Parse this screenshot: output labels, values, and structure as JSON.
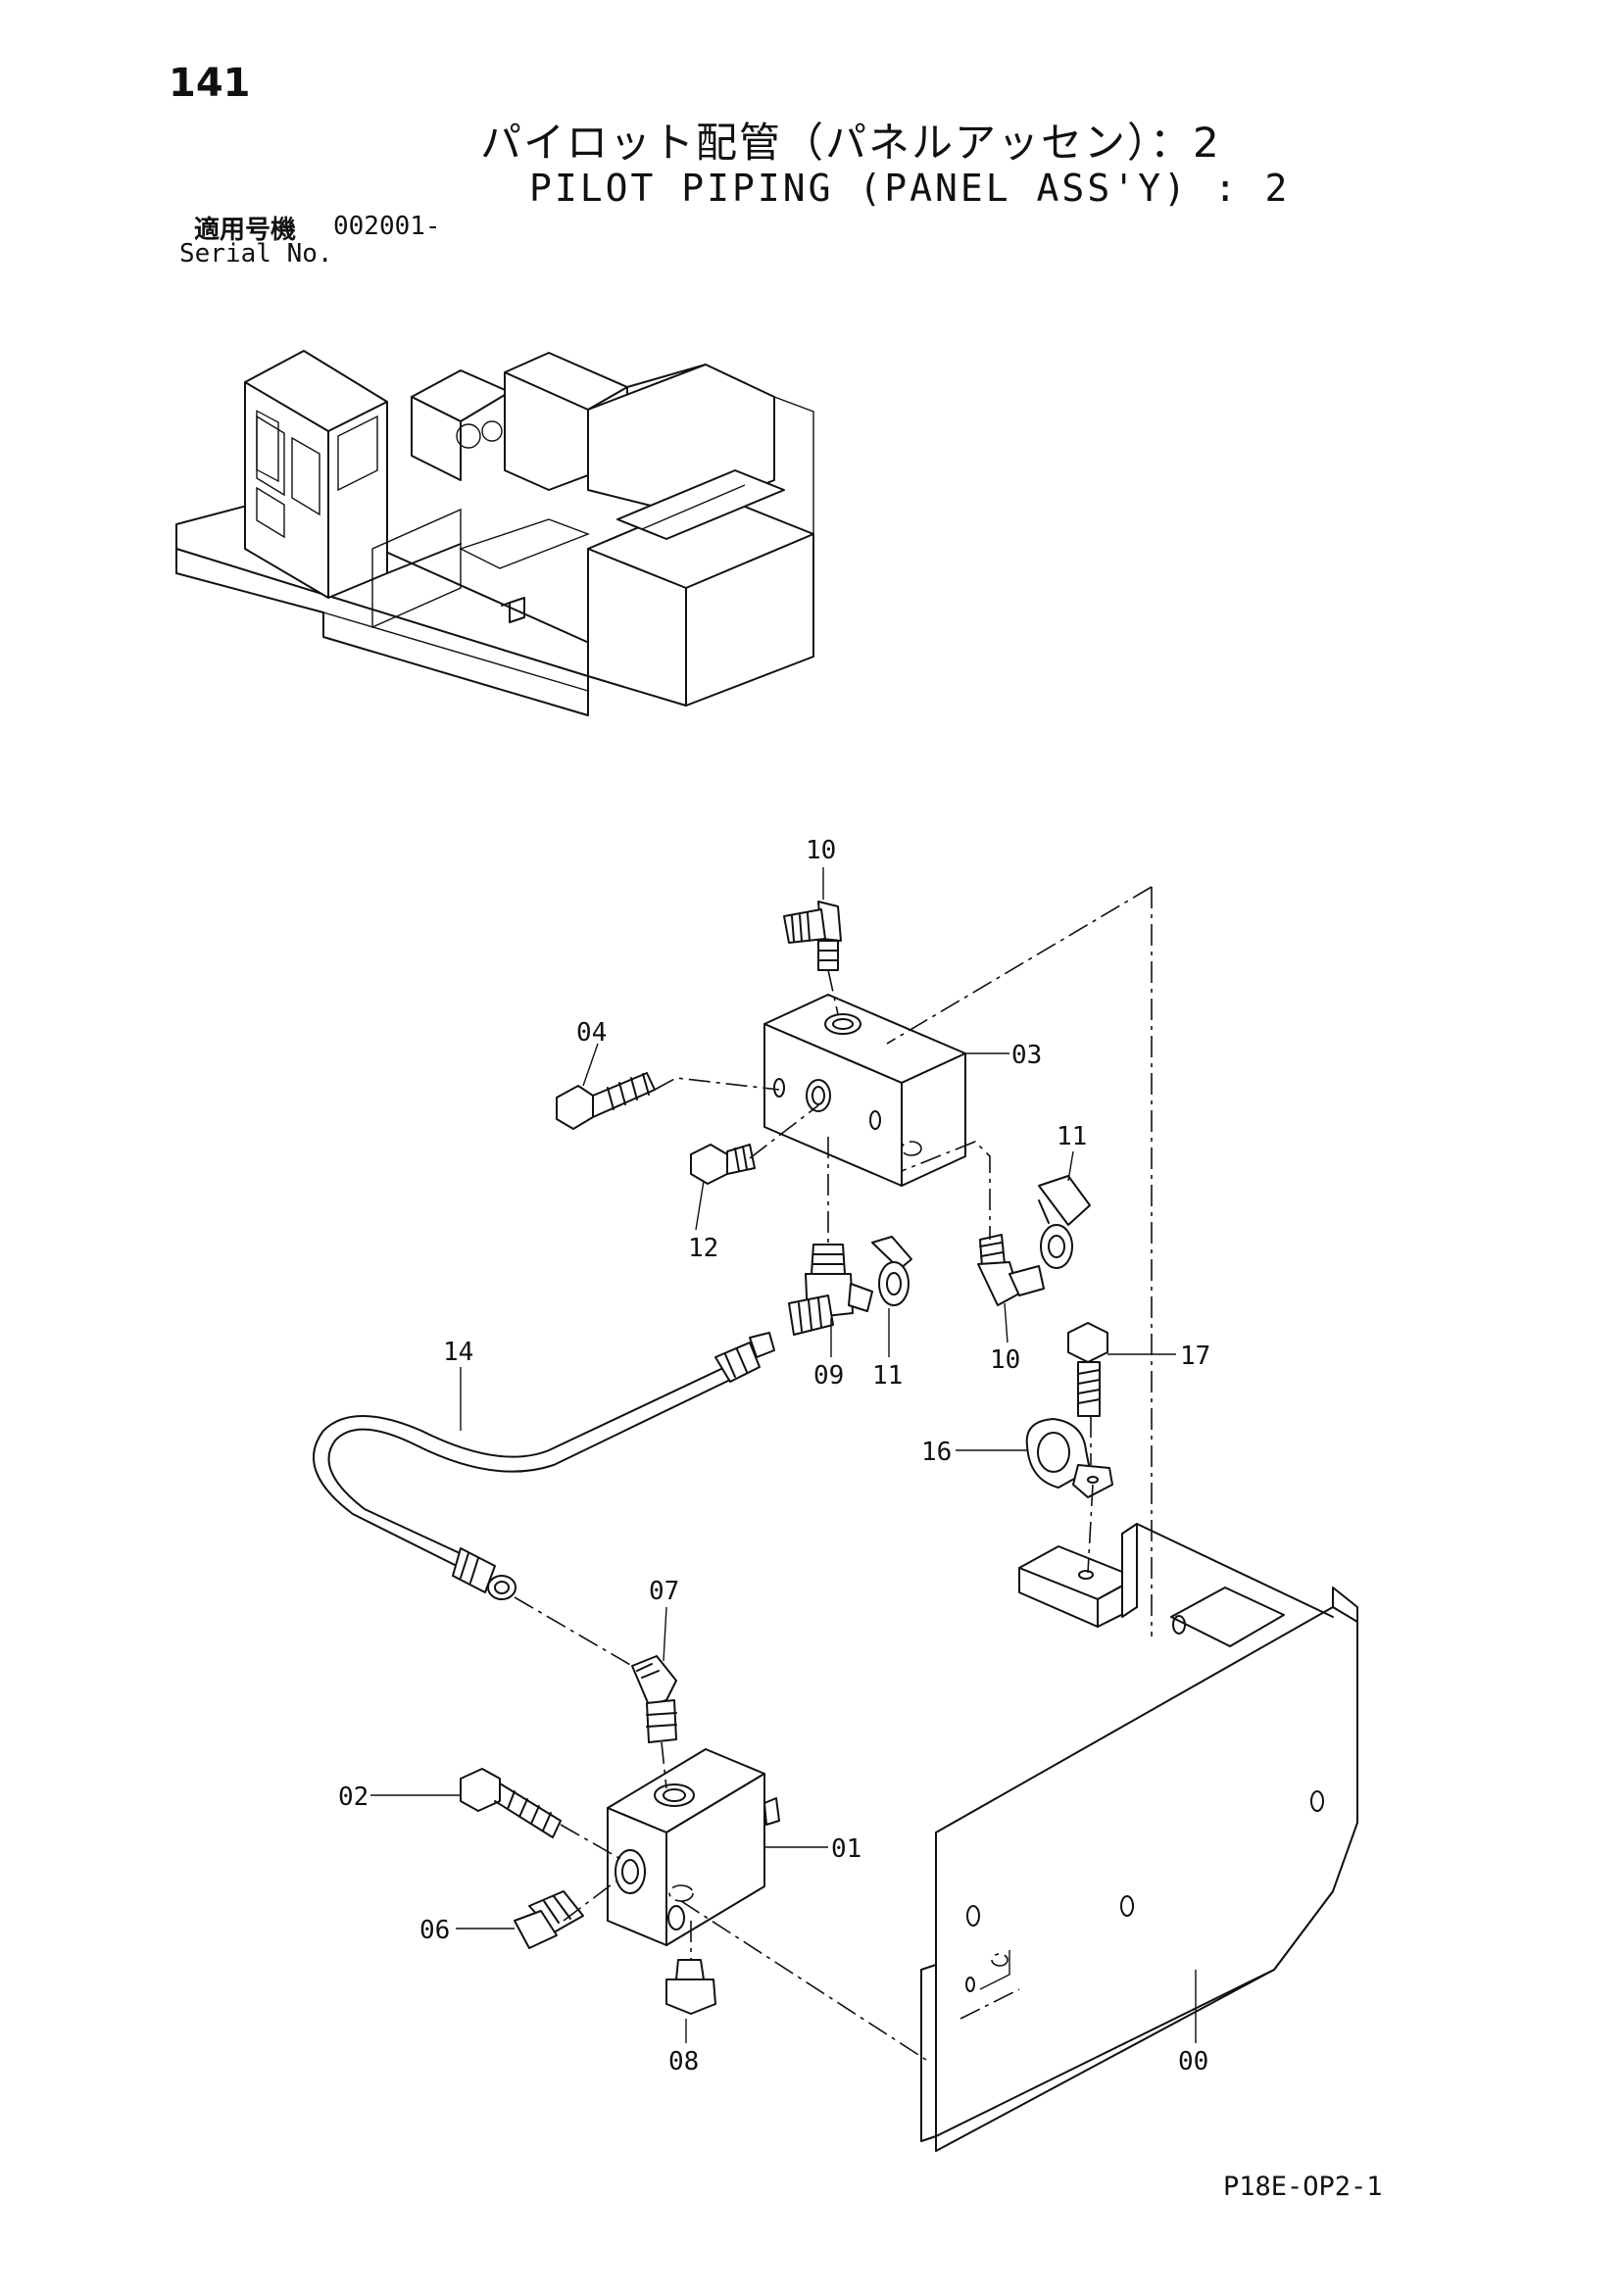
{
  "header": {
    "page_number": "141",
    "title_jp": "パイロット配管（パネルアッセン）：2",
    "title_en": "PILOT PIPING (PANEL ASS'Y) : 2",
    "serial_label_jp": "適用号機",
    "serial_value": "002001-",
    "serial_label_en": "Serial No."
  },
  "footer": {
    "doc_code": "P18E-OP2-1"
  },
  "callouts": {
    "c10_top": "10",
    "c04": "04",
    "c03": "03",
    "c12": "12",
    "c11_right": "11",
    "c09": "09",
    "c11_mid": "11",
    "c10_mid": "10",
    "c14": "14",
    "c17": "17",
    "c16": "16",
    "c07": "07",
    "c02": "02",
    "c01": "01",
    "c06": "06",
    "c08": "08",
    "c00": "00"
  }
}
